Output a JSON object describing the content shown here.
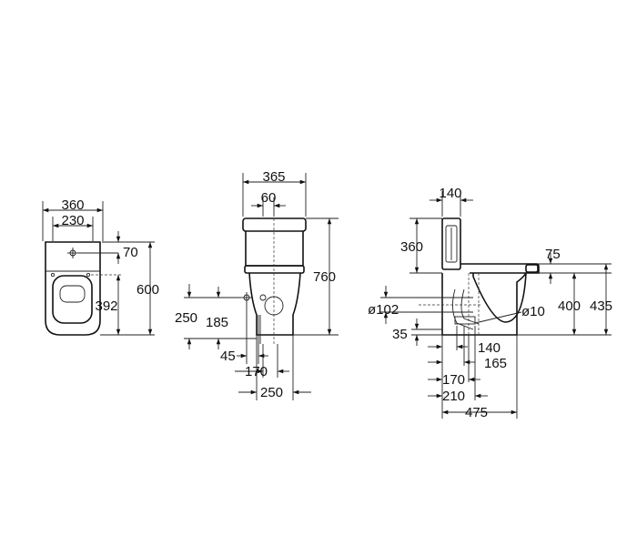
{
  "views": {
    "top": {
      "dims": {
        "width_overall": "360",
        "width_inner": "230",
        "inlet_offset": "70",
        "to_outlet": "392",
        "depth": "600"
      }
    },
    "front": {
      "dims": {
        "width_tank": "365",
        "tank_offset": "60",
        "height": "760",
        "inlet_height": "250",
        "inlet_offset": "185",
        "inlet_side": "45",
        "base_inner": "170",
        "base_outer": "250"
      }
    },
    "side": {
      "dims": {
        "tank_depth": "140",
        "tank_height": "360",
        "seat_offset": "75",
        "seat_height": "400",
        "rim_height": "435",
        "outlet_diameter": "ø102",
        "inlet_diameter": "ø10",
        "outlet_height": "35",
        "d140": "140",
        "d165": "165",
        "d170": "170",
        "d210": "210",
        "d475": "475"
      }
    }
  },
  "colors": {
    "line": "#111111",
    "background": "#ffffff"
  }
}
